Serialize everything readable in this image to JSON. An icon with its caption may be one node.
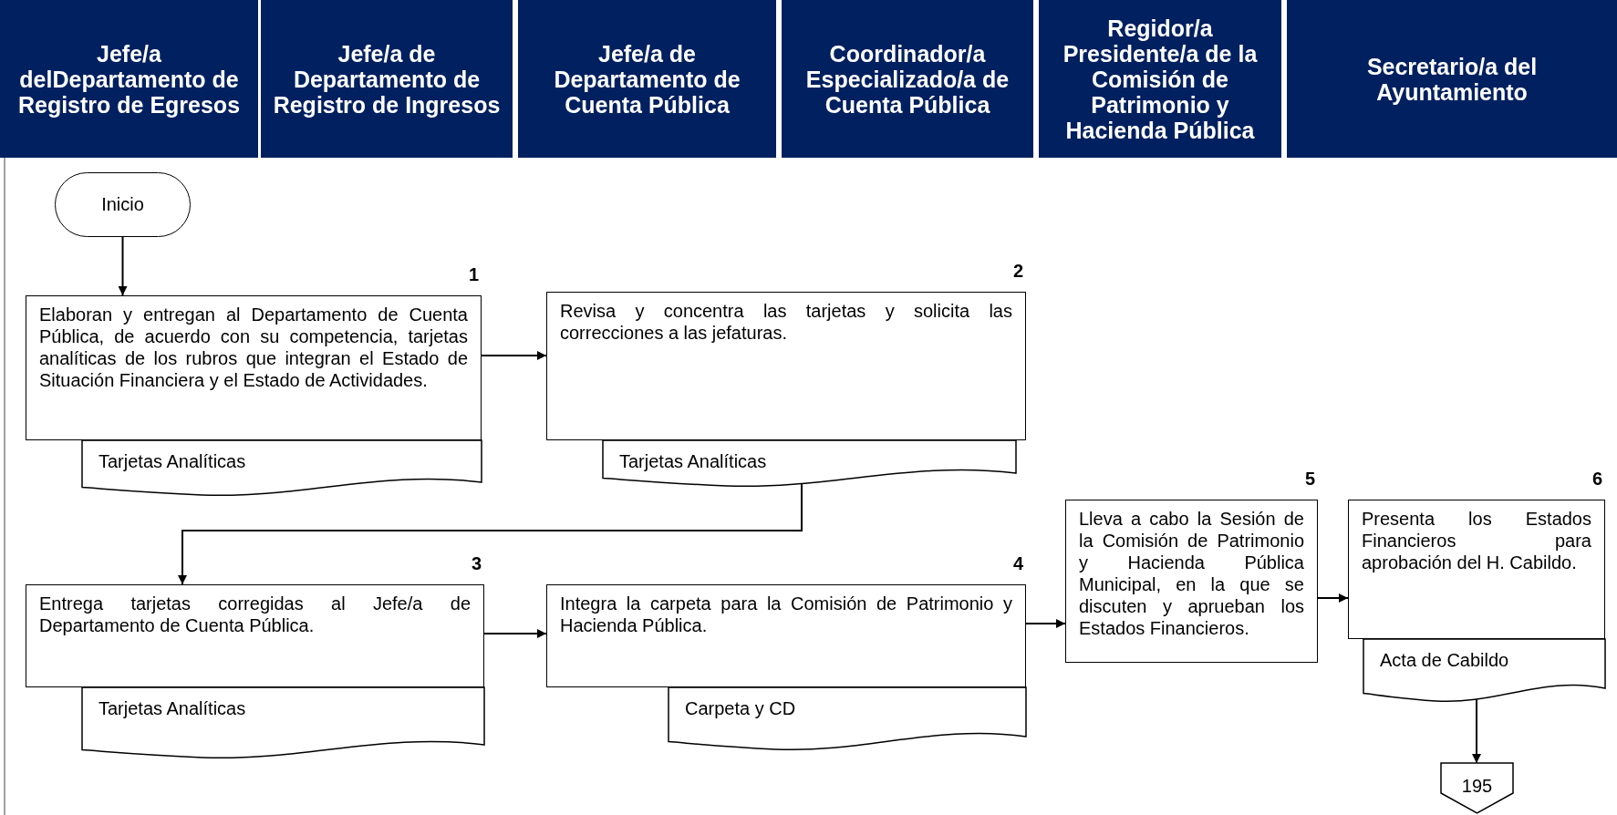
{
  "diagram": {
    "nodes": [
      {
        "text": [
          "Jefe/a delDepartamento de Registro de Egresos"
        ]
      },
      {
        "text": [
          "Jefe/a de Departamento de Registro de Ingresos"
        ]
      },
      {
        "text": [
          "Jefe/a de Departamento de Cuenta Pública"
        ]
      },
      {
        "text": [
          "Coordinador/a Especializado/a de Cuenta Pública"
        ]
      },
      {
        "text": [
          "Regidor/a Presidente/a de la Comisión de Patrimonio y Hacienda Pública"
        ]
      },
      {
        "text": [
          "Secretario/a del Ayuntamiento"
        ]
      },
      {
        "text": [
          "Inicio"
        ]
      },
      {
        "text": [
          "Elaboran y entregan al Departamento de Cuenta Pública, de acuerdo con su competencia, tarjetas analíticas de los rubros que integran el Estado de Situación Financiera y el Estado de Actividades."
        ],
        "beside": [
          "1"
        ]
      },
      {
        "text": [
          "Tarjetas Analíticas"
        ]
      },
      {
        "text": [
          "Revisa y concentra las tarjetas y solicita las correcciones a las jefaturas."
        ],
        "beside": [
          "2"
        ]
      },
      {
        "text": [
          "Tarjetas Analíticas"
        ]
      },
      {
        "text": [
          "Entrega tarjetas corregidas al Jefe/a de Departamento de Cuenta Pública."
        ],
        "beside": [
          "3"
        ]
      },
      {
        "text": [
          "Tarjetas Analíticas"
        ]
      },
      {
        "text": [
          "Integra la carpeta para la Comisión de Patrimonio y Hacienda Pública."
        ],
        "beside": [
          "4"
        ]
      },
      {
        "text": [
          "Carpeta y CD"
        ]
      },
      {
        "text": [
          "Lleva a cabo la Sesión de la Comisión de Patrimonio y Hacienda Pública Municipal, en la que se discuten y aprueban los Estados Financieros."
        ],
        "beside": [
          "5"
        ]
      },
      {
        "text": [
          "Presenta los Estados Financieros para aprobación del H. Cabildo."
        ],
        "beside": [
          "6"
        ]
      },
      {
        "text": [
          "Acta de Cabildo"
        ]
      },
      {
        "text": [
          "195"
        ]
      }
    ],
    "edges": [
      {
        "from": 6,
        "to": 7,
        "arrow": "to"
      },
      {
        "from": 7,
        "to": 9,
        "arrow": "to"
      },
      {
        "from": 10,
        "to": 11,
        "arrow": "to"
      },
      {
        "from": 11,
        "to": 13,
        "arrow": "to"
      },
      {
        "from": 13,
        "to": 15,
        "arrow": "to"
      },
      {
        "from": 15,
        "to": 16,
        "arrow": "to"
      },
      {
        "from": 17,
        "to": 18,
        "arrow": "to"
      }
    ]
  }
}
